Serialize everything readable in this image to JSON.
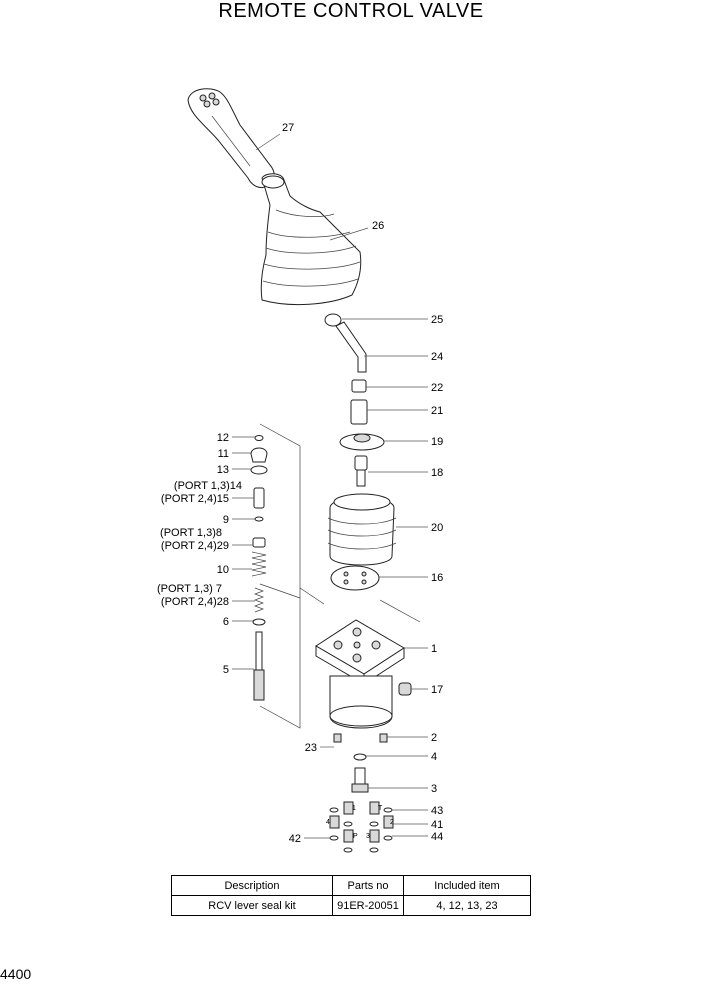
{
  "title": "REMOTE CONTROL VALVE",
  "page_number": "4400",
  "callouts": {
    "p27": "27",
    "p26": "26",
    "p25": "25",
    "p24": "24",
    "p22": "22",
    "p21": "21",
    "p19": "19",
    "p18": "18",
    "p20": "20",
    "p16": "16",
    "p1": "1",
    "p17": "17",
    "p2": "2",
    "p4": "4",
    "p23": "23",
    "p3": "3",
    "p43": "43",
    "p41": "41",
    "p44": "44",
    "p42": "42",
    "p12": "12",
    "p11": "11",
    "p13": "13",
    "p14": "(PORT 1,3)14",
    "p15": "(PORT 2,4)15",
    "p9": "9",
    "p8": "(PORT 1,3)8",
    "p29": "(PORT 2,4)29",
    "p10": "10",
    "p7": "(PORT 1,3) 7",
    "p28": "(PORT 2,4)28",
    "p6": "6",
    "p5": "5"
  },
  "port_marks": {
    "m1": "1",
    "m2": "2",
    "m3": "3",
    "m4": "4",
    "mp": "P",
    "mt": "T"
  },
  "kit_table": {
    "headers": [
      "Description",
      "Parts no",
      "Included item"
    ],
    "row": [
      "RCV lever seal kit",
      "91ER-20051",
      "4, 12, 13, 23"
    ]
  }
}
